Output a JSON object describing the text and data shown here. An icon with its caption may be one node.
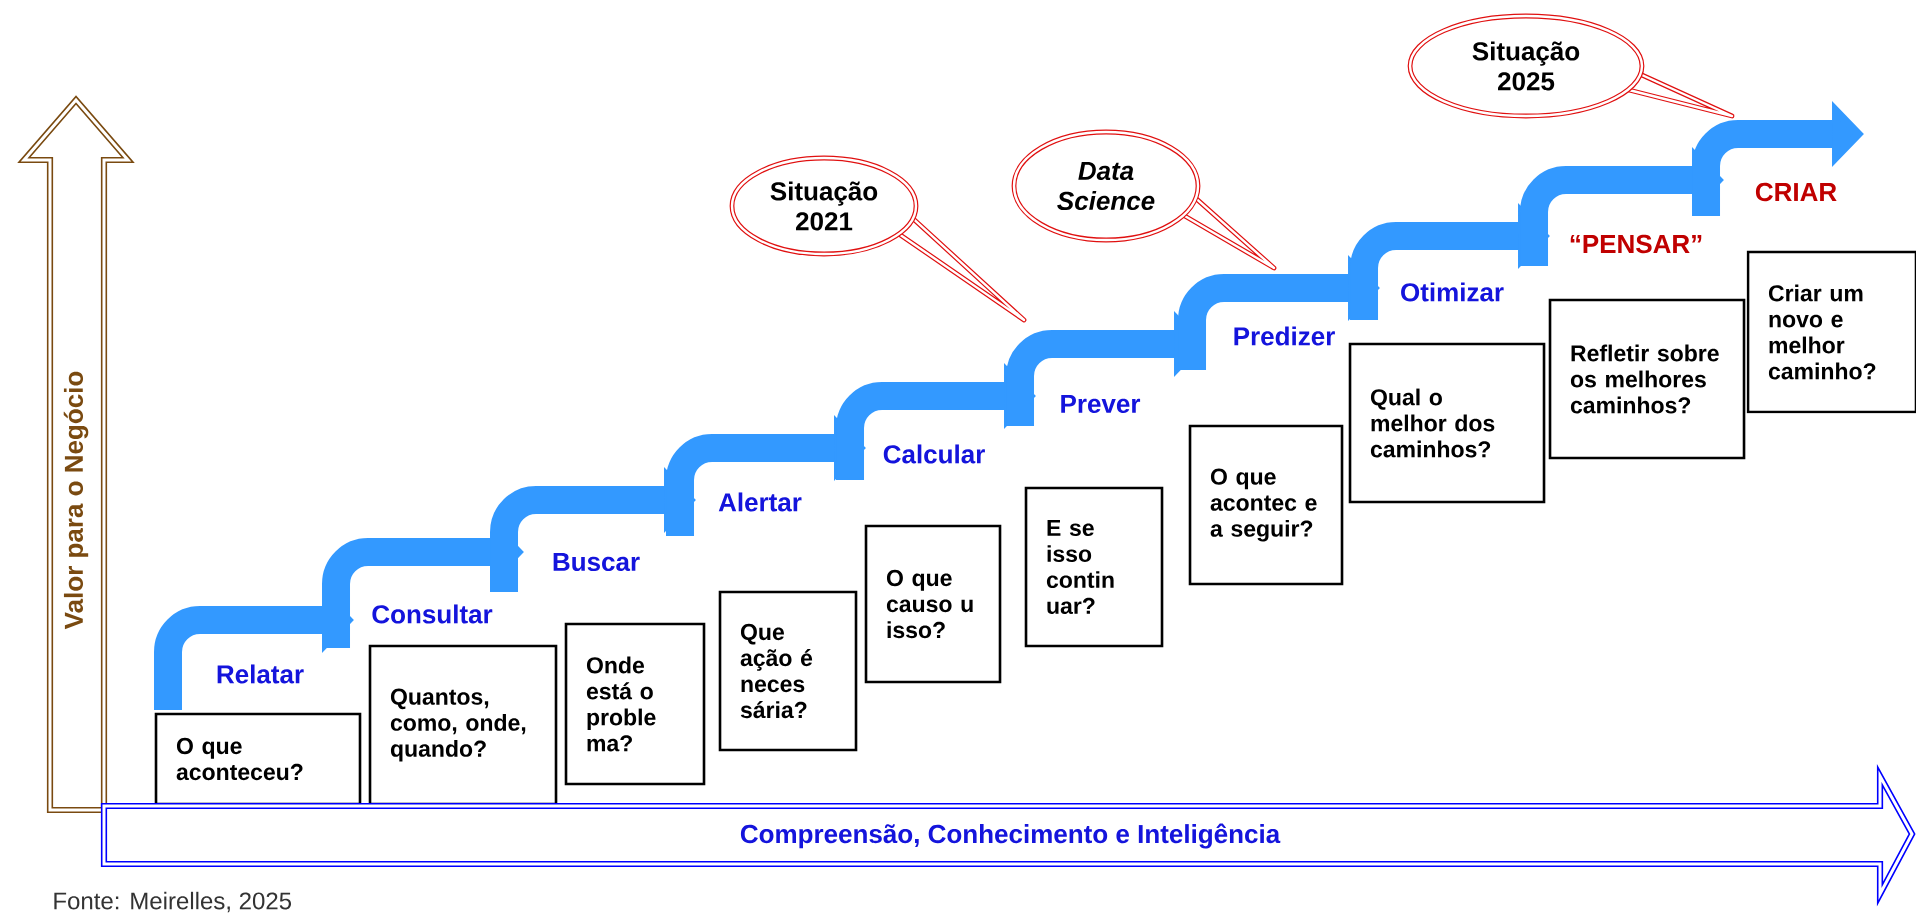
{
  "diagram": {
    "nodes": [
      {
        "text": [
          "Valor para o Negócio"
        ]
      },
      {
        "text": [
          "Situação 2021"
        ]
      },
      {
        "text": [
          "Data Science"
        ]
      },
      {
        "text": [
          "Situação 2025"
        ]
      },
      {
        "text": [
          "O que aconteceu?"
        ]
      },
      {
        "text": [
          "Quantos, como, onde, quando?"
        ]
      },
      {
        "text": [
          "Onde está o proble ma?"
        ]
      },
      {
        "text": [
          "Que ação é neces sária?"
        ]
      },
      {
        "text": [
          "O que causo u isso?"
        ]
      },
      {
        "text": [
          "E se isso contin uar?"
        ]
      },
      {
        "text": [
          "O que acontec e a seguir?"
        ]
      },
      {
        "text": [
          "Qual o melhor dos caminhos?"
        ]
      },
      {
        "text": [
          "Refletir sobre os melhores caminhos?"
        ]
      },
      {
        "text": [
          "Criar um novo e melhor caminho?"
        ]
      },
      {
        "text": [
          "Compreensão, Conhecimento e Inteligência"
        ]
      }
    ],
    "labels": [
      "Relatar",
      "Consultar",
      "Buscar",
      "Alertar",
      "Calcular",
      "Prever",
      "Predizer",
      "Otimizar",
      "“PENSAR”",
      "CRIAR",
      "Fonte: Meirelles, 2025"
    ]
  }
}
